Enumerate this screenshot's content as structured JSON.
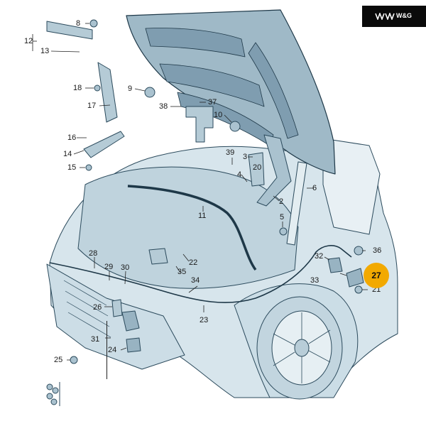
{
  "brand": {
    "text": "W&G"
  },
  "colors": {
    "line": "#2b4a5c",
    "fill": "#cfe0e8",
    "hood": "#9fb9c7",
    "highlight": "#f2a900"
  },
  "callouts": [
    "8",
    "12",
    "13",
    "18",
    "9",
    "37",
    "38",
    "17",
    "10",
    "16",
    "39",
    "3",
    "14",
    "20",
    "15",
    "4",
    "6",
    "2",
    "11",
    "5",
    "28",
    "22",
    "36",
    "32",
    "29",
    "30",
    "33",
    "35",
    "21",
    "34",
    "26",
    "23",
    "31",
    "24",
    "25",
    "27"
  ]
}
